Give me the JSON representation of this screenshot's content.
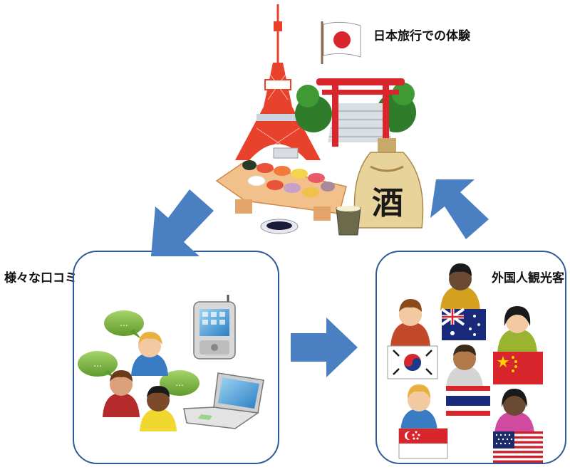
{
  "labels": {
    "japan_experience": "日本旅行での体験",
    "word_of_mouth": "様々な口コミ",
    "foreign_tourists": "外国人観光客"
  },
  "sake_kanji": "酒",
  "speech_bubble_text": [
    "...",
    "...",
    "..."
  ],
  "colors": {
    "arrow": "#4a7fc1",
    "box_border": "#2f5c99",
    "tower_red": "#e8412c",
    "flag_red": "#d9262c"
  },
  "flags": [
    "japan-flag-icon",
    "australia-flag-icon",
    "south-korea-flag-icon",
    "china-flag-icon",
    "thailand-flag-icon",
    "singapore-flag-icon",
    "usa-flag-icon"
  ]
}
